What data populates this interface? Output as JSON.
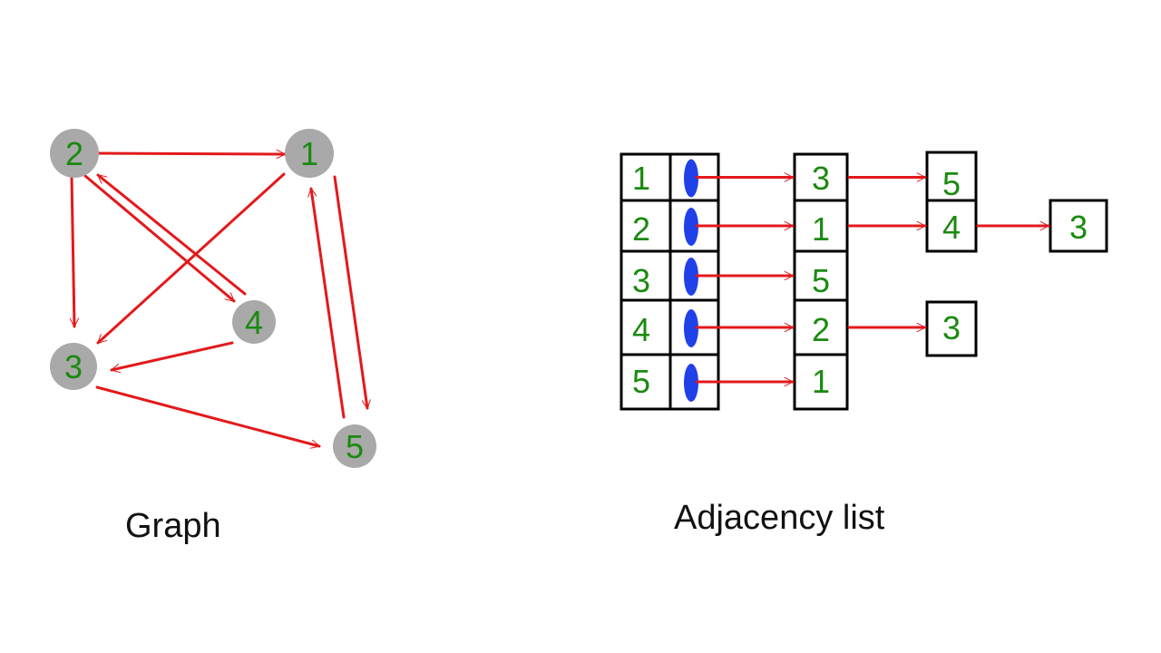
{
  "captions": {
    "graph": "Graph",
    "adjacency_list": "Adjacency list"
  },
  "graph": {
    "nodes": [
      {
        "id": "1",
        "label": "1"
      },
      {
        "id": "2",
        "label": "2"
      },
      {
        "id": "3",
        "label": "3"
      },
      {
        "id": "4",
        "label": "4"
      },
      {
        "id": "5",
        "label": "5"
      }
    ],
    "edges": [
      {
        "from": "2",
        "to": "1"
      },
      {
        "from": "2",
        "to": "3"
      },
      {
        "from": "2",
        "to": "4"
      },
      {
        "from": "4",
        "to": "2"
      },
      {
        "from": "1",
        "to": "3"
      },
      {
        "from": "1",
        "to": "5"
      },
      {
        "from": "5",
        "to": "1"
      },
      {
        "from": "4",
        "to": "3"
      },
      {
        "from": "3",
        "to": "5"
      }
    ]
  },
  "adjacency_list": [
    {
      "vertex": "1",
      "neighbors": [
        "3",
        "5"
      ]
    },
    {
      "vertex": "2",
      "neighbors": [
        "1",
        "4",
        "3"
      ]
    },
    {
      "vertex": "3",
      "neighbors": [
        "5"
      ]
    },
    {
      "vertex": "4",
      "neighbors": [
        "2",
        "3"
      ]
    },
    {
      "vertex": "5",
      "neighbors": [
        "1"
      ]
    }
  ],
  "colors": {
    "edge": "#e3191b",
    "node_fill": "#a9a9a9",
    "label": "#1a8a10",
    "pointer": "#2040e8",
    "box_stroke": "#000000",
    "caption": "#111111"
  }
}
